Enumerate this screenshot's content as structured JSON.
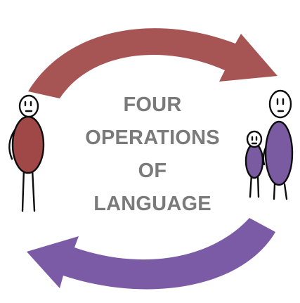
{
  "title": {
    "lines": [
      "FOUR",
      "OPERATIONS",
      "OF",
      "LANGUAGE"
    ]
  },
  "colors": {
    "title_text": "#7a7a7a",
    "top_arrow": "#a65454",
    "bottom_arrow": "#7b5aa6",
    "left_figure_body": "#a04848",
    "right_figures_body": "#7a5aa0",
    "outline": "#0d0d0d"
  },
  "icons": {
    "top_arrow": "curved-arrow-right",
    "bottom_arrow": "curved-arrow-left",
    "left_figure": "stick-person",
    "right_adult": "stick-person",
    "right_child": "stick-person"
  }
}
